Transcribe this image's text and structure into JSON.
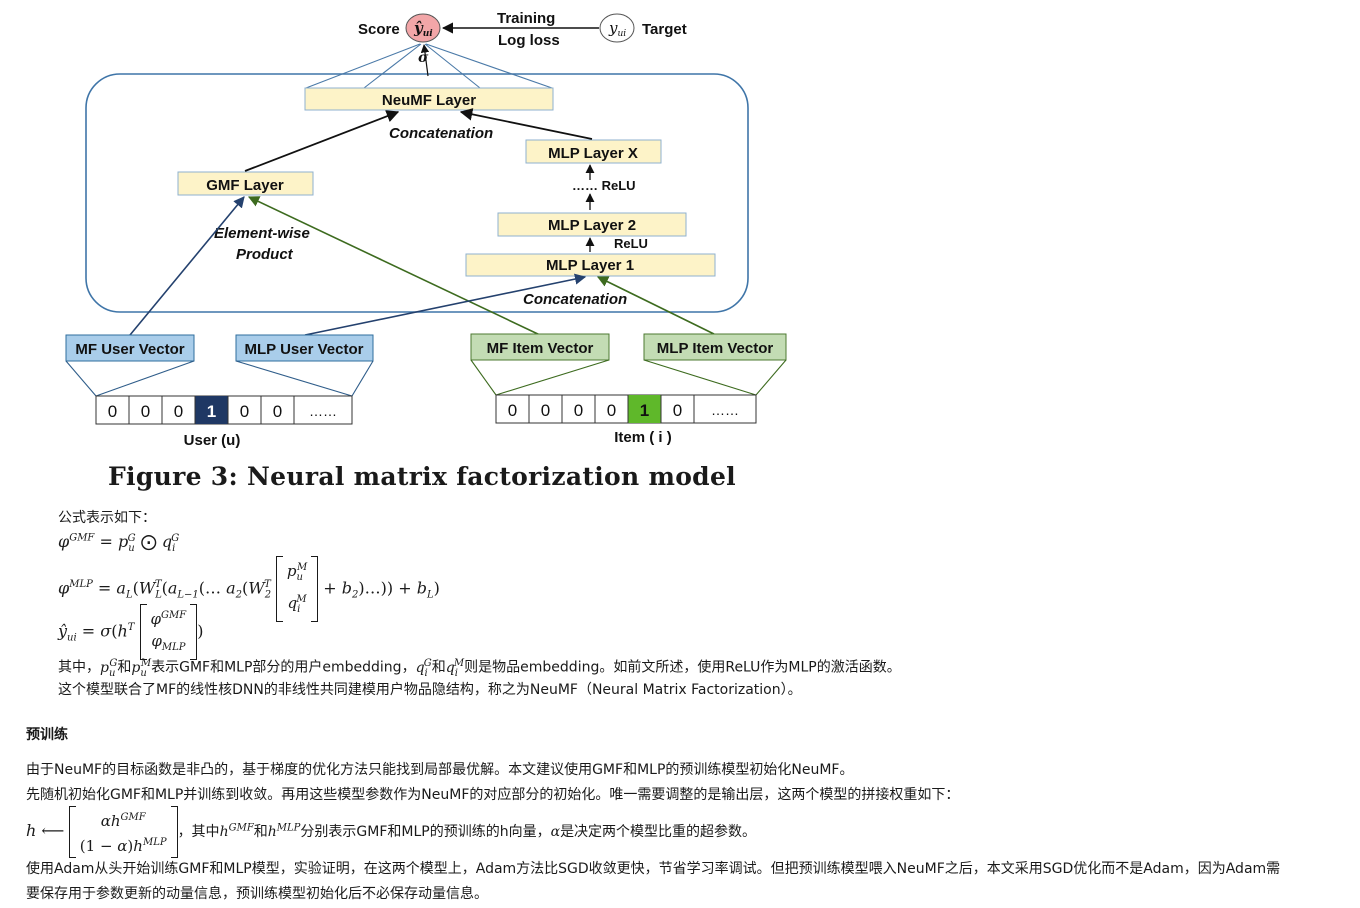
{
  "figure": {
    "score_label": "Score",
    "score_symbol": "ŷ",
    "score_sub": "ui",
    "training_label": "Training",
    "logloss_label": "Log loss",
    "target_symbol": "y",
    "target_sub": "ui",
    "target_label": "Target",
    "sigma": "σ",
    "neumf_layer": "NeuMF Layer",
    "concatenation_top": "Concatenation",
    "mlp_layer_x": "MLP Layer X",
    "dots_relu": "…… ReLU",
    "gmf_layer": "GMF Layer",
    "mlp_layer_2": "MLP Layer 2",
    "relu": "ReLU",
    "elementwise_line1": "Element-wise",
    "elementwise_line2": "Product",
    "mlp_layer_1": "MLP Layer 1",
    "concatenation_bottom": "Concatenation",
    "mf_user_vector": "MF User Vector",
    "mlp_user_vector": "MLP User Vector",
    "mf_item_vector": "MF Item Vector",
    "mlp_item_vector": "MLP Item Vector",
    "user_cells": [
      "0",
      "0",
      "0",
      "1",
      "0",
      "0",
      "……"
    ],
    "item_cells": [
      "0",
      "0",
      "0",
      "0",
      "1",
      "0",
      "……"
    ],
    "user_label": "User (u)",
    "item_label": "Item ( i )",
    "colors": {
      "layer_fill": "#fdf3c8",
      "layer_stroke": "#8fb1cf",
      "user_fill": "#a9cdea",
      "user_stroke": "#2f6e9e",
      "item_fill": "#c3dcb4",
      "item_stroke": "#4c7a32",
      "one_user": "#1f3864",
      "one_item": "#5fb82a",
      "score_fill": "#f2a6a8",
      "blue_arrow": "#24416e",
      "green_arrow": "#3d6b1f",
      "box_stroke": "#3f75a8"
    }
  },
  "caption": "Figure 3:  Neural matrix factorization model",
  "text": {
    "formula_intro": "公式表示如下：",
    "where_prefix": "其中，",
    "and1": "和",
    "where_mid": "表示GMF和MLP部分的用户embedding，",
    "and2": "和",
    "where_end": "则是物品embedding。如前文所述，使用ReLU作为MLP的激活函数。",
    "model_line": "这个模型联合了MF的线性核DNN的非线性共同建模用户物品隐结构，称之为NeuMF（Neural Matrix Factorization）。",
    "section_heading": "预训练",
    "pre1": "由于NeuMF的目标函数是非凸的，基于梯度的优化方法只能找到局部最优解。本文建议使用GMF和MLP的预训练模型初始化NeuMF。",
    "pre2": "先随机初始化GMF和MLP并训练到收敛。再用这些模型参数作为NeuMF的对应部分的初始化。唯一需要调整的是输出层，这两个模型的拼接权重如下：",
    "h_mid1": "，其中",
    "h_and": "和",
    "h_mid2": "分别表示GMF和MLP的预训练的h向量，",
    "h_end": "是决定两个模型比重的超参数。",
    "adam1": "使用Adam从头开始训练GMF和MLP模型，实验证明，在这两个模型上，Adam方法比SGD收敛更快，节省学习率调试。但把预训练模型喂入NeuMF之后，本文采用SGD优化而不是Adam，因为Adam需",
    "adam2": "要保存用于参数更新的动量信息，预训练模型初始化后不必保存动量信息。"
  }
}
